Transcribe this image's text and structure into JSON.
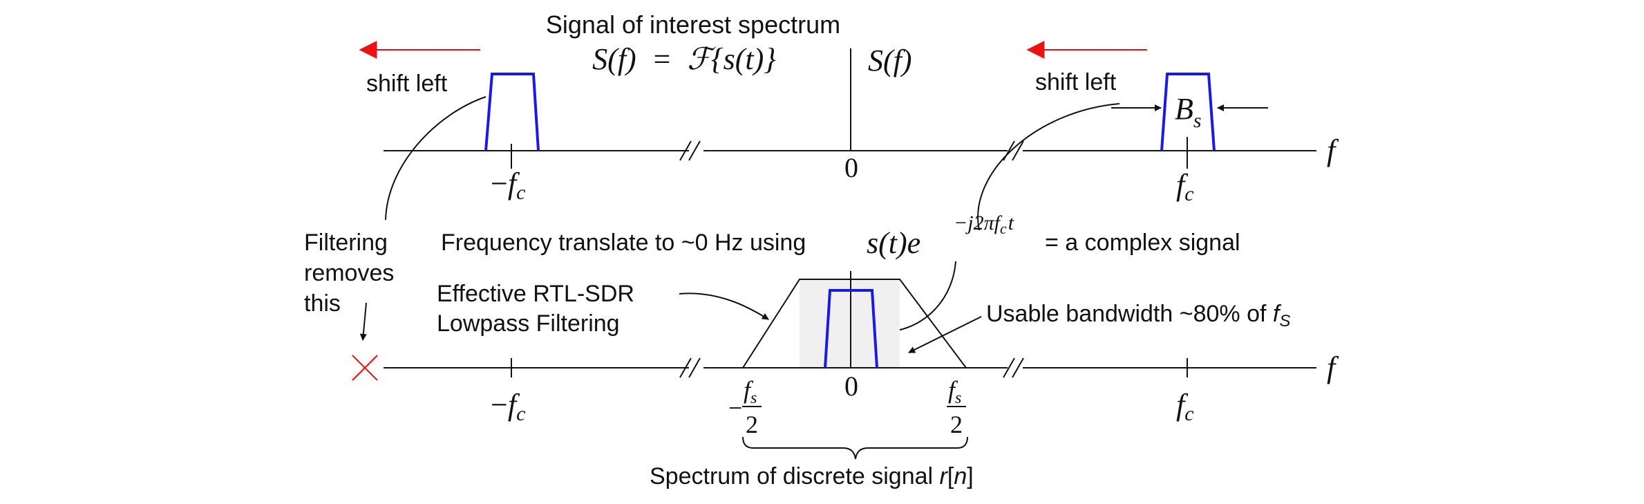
{
  "top": {
    "heading": "Signal of interest spectrum",
    "formula": "S(f)  =  ℱ{s(t)}",
    "axis_marker_label": "S(f)",
    "shift_left_1": "shift left",
    "shift_left_2": "shift left",
    "neg_fc_minus": "−",
    "neg_fc_f": "f",
    "neg_fc_sub": "c",
    "zero": "0",
    "fc_f": "f",
    "fc_sub": "c",
    "bw_B": "B",
    "bw_sub": "s",
    "axis_f": "f"
  },
  "middle": {
    "filtering_line1": "Filtering",
    "filtering_line2": "removes",
    "filtering_line3": "this",
    "translate_text": "Frequency translate to ~0 Hz using",
    "translate_expr": "s(t)e",
    "exponent": "−j2πf",
    "exponent_sub": "c",
    "exponent_t": "t",
    "complex_text": "= a complex signal",
    "rtl_line1": "Effective RTL-SDR",
    "rtl_line2": "Lowpass Filtering",
    "usable_text": "Usable bandwidth ~80% of ",
    "usable_fs_f": "f",
    "usable_fs_sub": "S"
  },
  "bottom": {
    "neg_fc_minus": "−",
    "neg_fc_f": "f",
    "neg_fc_sub": "c",
    "zero": "0",
    "fc_f": "f",
    "fc_sub": "c",
    "axis_f": "f",
    "neg_fs_minus": "−",
    "fs_num_f": "f",
    "fs_num_sub": "s",
    "fs_den": "2",
    "spectrum_text": "Spectrum of discrete signal ",
    "spectrum_r": "r",
    "spectrum_bracket_open": "[",
    "spectrum_n": "n",
    "spectrum_bracket_close": "]"
  },
  "colors": {
    "signal": "#1a1ae6",
    "arrow_red": "#ee1111",
    "filter_fill": "#f0f0f0",
    "ink": "#111111"
  }
}
